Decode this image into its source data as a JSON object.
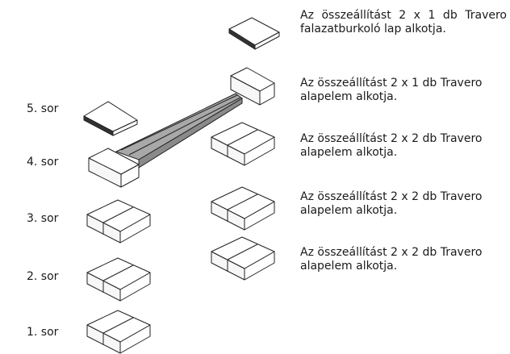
{
  "rows": [
    {
      "label": "5. sor"
    },
    {
      "label": "4. sor"
    },
    {
      "label": "3. sor"
    },
    {
      "label": "2. sor"
    },
    {
      "label": "1. sor"
    }
  ],
  "descriptions": [
    "Az összeállítást 2 x 1 db Travero falazatburkoló lap alkotja.",
    "Az összeállítást 2 x 1 db Travero alapelem alkotja.",
    "Az összeállítást 2 x 2 db Travero alapelem alkotja.",
    "Az összeállítást 2 x 2 db Travero alapelem alkotja.",
    "Az összeállítást 2 x 2 db Travero alapelem alkotja."
  ],
  "colors": {
    "line": "#222222",
    "channel": "#a8a8a8",
    "channel_dark": "#8a8a8a",
    "text": "#1a1a1a"
  }
}
